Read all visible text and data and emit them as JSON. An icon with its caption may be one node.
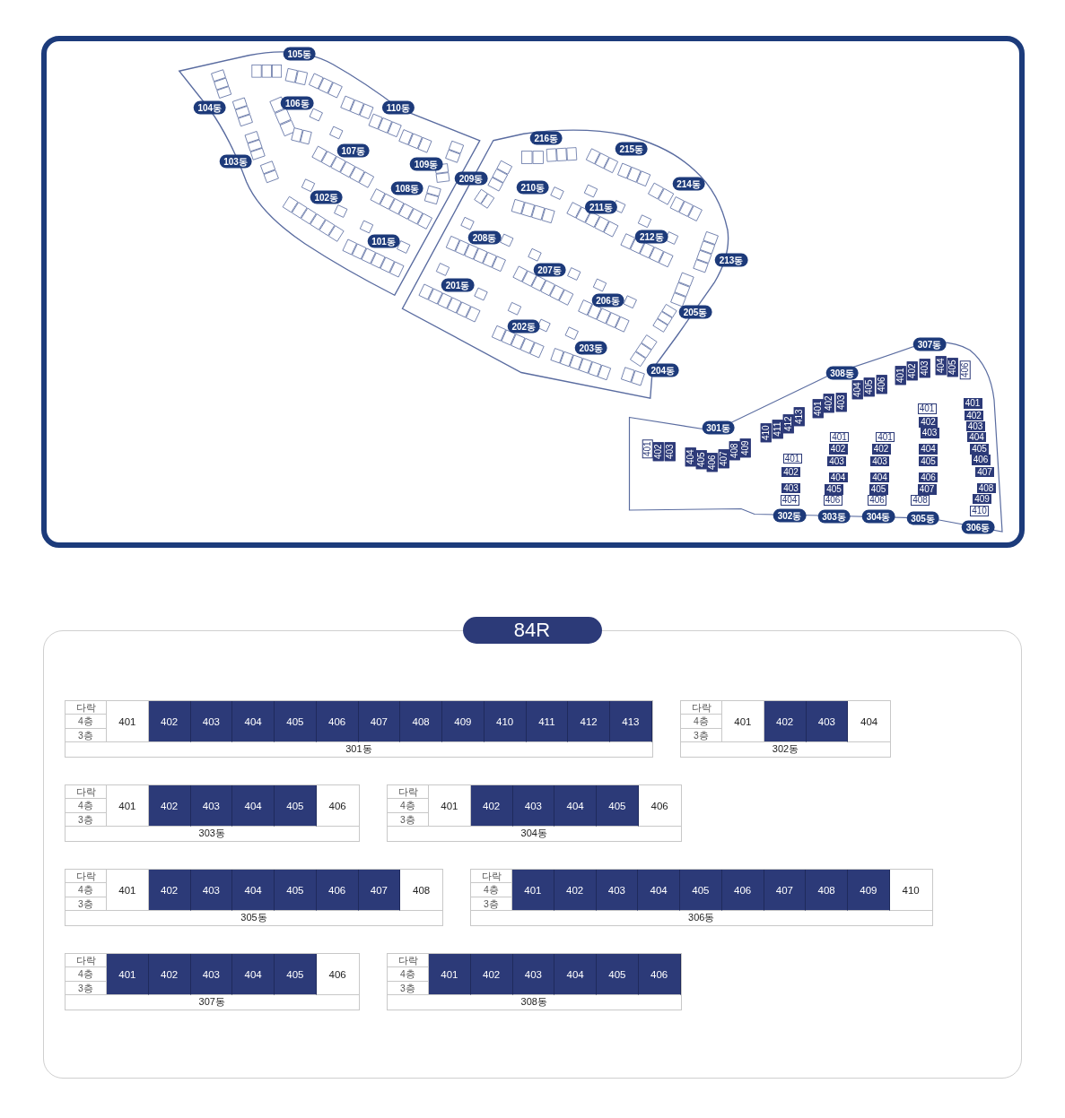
{
  "diagram": {
    "nodes": [
      {
        "text": [
          "105동"
        ]
      },
      {
        "text": [
          "104동"
        ]
      },
      {
        "text": [
          "106동"
        ]
      },
      {
        "text": [
          "110동"
        ]
      },
      {
        "text": [
          "216동"
        ]
      },
      {
        "text": [
          "215동"
        ]
      },
      {
        "text": [
          "107동"
        ]
      },
      {
        "text": [
          "103동"
        ]
      },
      {
        "text": [
          "109동"
        ]
      },
      {
        "text": [
          "209동"
        ]
      },
      {
        "text": [
          "214동"
        ]
      },
      {
        "text": [
          "210동"
        ]
      },
      {
        "text": [
          "108동"
        ]
      },
      {
        "text": [
          "102동"
        ]
      },
      {
        "text": [
          "211동"
        ]
      },
      {
        "text": [
          "212동"
        ]
      },
      {
        "text": [
          "208동"
        ]
      },
      {
        "text": [
          "101동"
        ]
      },
      {
        "text": [
          "213동"
        ]
      },
      {
        "text": [
          "207동"
        ]
      },
      {
        "text": [
          "201동"
        ]
      },
      {
        "text": [
          "206동"
        ]
      },
      {
        "text": [
          "205동"
        ]
      },
      {
        "text": [
          "202동"
        ]
      },
      {
        "text": [
          "203동"
        ]
      },
      {
        "text": [
          "204동"
        ]
      },
      {
        "text": [
          "307동"
        ]
      },
      {
        "text": [
          "308동"
        ]
      },
      {
        "text": [
          "301동"
        ]
      },
      {
        "text": [
          "302동"
        ]
      },
      {
        "text": [
          "303동"
        ]
      },
      {
        "text": [
          "304동"
        ]
      },
      {
        "text": [
          "305동"
        ]
      },
      {
        "text": [
          "306동"
        ]
      },
      {
        "text": [
          "84R"
        ]
      },
      {
        "text": [
          "다락",
          "4층",
          "3층",
          "401",
          "402",
          "403",
          "404",
          "405",
          "406",
          "407",
          "408",
          "409",
          "410",
          "411",
          "412",
          "413",
          "301동"
        ],
        "in": 34
      },
      {
        "text": [
          "다락",
          "4층",
          "3층",
          "401",
          "402",
          "403",
          "404",
          "302동"
        ],
        "in": 34
      },
      {
        "text": [
          "다락",
          "4층",
          "3층",
          "401",
          "402",
          "403",
          "404",
          "405",
          "406",
          "303동"
        ],
        "in": 34
      },
      {
        "text": [
          "다락",
          "4층",
          "3층",
          "401",
          "402",
          "403",
          "404",
          "405",
          "406",
          "304동"
        ],
        "in": 34
      },
      {
        "text": [
          "다락",
          "4층",
          "3층",
          "401",
          "402",
          "403",
          "404",
          "405",
          "406",
          "407",
          "408",
          "305동"
        ],
        "in": 34
      },
      {
        "text": [
          "다락",
          "4층",
          "3층",
          "401",
          "402",
          "403",
          "404",
          "405",
          "406",
          "407",
          "408",
          "409",
          "410",
          "306동"
        ],
        "in": 34
      },
      {
        "text": [
          "다락",
          "4층",
          "3층",
          "401",
          "402",
          "403",
          "404",
          "405",
          "406",
          "307동"
        ],
        "in": 34
      },
      {
        "text": [
          "다락",
          "4층",
          "3층",
          "401",
          "402",
          "403",
          "404",
          "405",
          "406",
          "308동"
        ],
        "in": 34
      }
    ],
    "labels": [
      "401",
      "402",
      "403",
      "404",
      "405",
      "406",
      "407",
      "408",
      "409",
      "410",
      "411",
      "412",
      "413",
      "401",
      "402",
      "403",
      "404",
      "405",
      "406",
      "401",
      "402",
      "403",
      "404",
      "405",
      "406",
      "401",
      "402",
      "403",
      "404",
      "401",
      "402",
      "403",
      "404",
      "405",
      "406",
      "401",
      "402",
      "403",
      "404",
      "405",
      "406",
      "401",
      "402",
      "403",
      "404",
      "405",
      "406",
      "407",
      "408",
      "401",
      "402",
      "403",
      "404",
      "405",
      "406",
      "407",
      "408",
      "409",
      "410"
    ]
  }
}
